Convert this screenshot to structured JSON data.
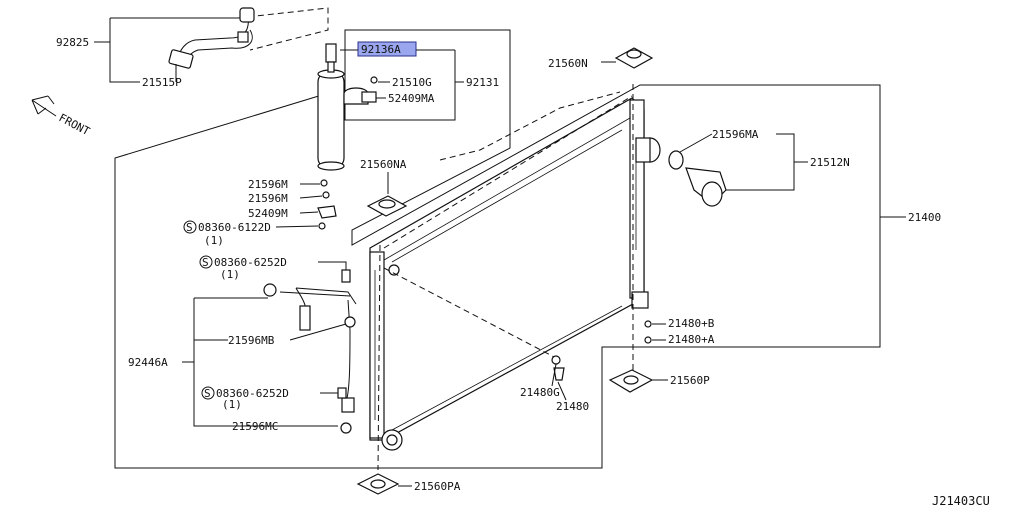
{
  "diagram": {
    "front_label": "FRONT",
    "figure_code": "J21403CU",
    "highlighted_part": "92136A",
    "parts": {
      "p92825": "92825",
      "p21515P": "21515P",
      "p92136A": "92136A",
      "p21510G": "21510G",
      "p52409MA": "52409MA",
      "p92131": "92131",
      "p21596M_a": "21596M",
      "p21596M_b": "21596M",
      "p52409M": "52409M",
      "p08360_6122D": "08360-6122D",
      "p08360_6122D_qty": "(1)",
      "p21560NA": "21560NA",
      "p21560N": "21560N",
      "p21596MA": "21596MA",
      "p21512N": "21512N",
      "p21400": "21400",
      "p08360_6252D_a": "08360-6252D",
      "p08360_6252D_a_qty": "(1)",
      "p21596MB": "21596MB",
      "p92446A": "92446A",
      "p08360_6252D_b": "08360-6252D",
      "p08360_6252D_b_qty": "(1)",
      "p21596MC": "21596MC",
      "p21480G": "21480G",
      "p21480": "21480",
      "p21480B": "21480+B",
      "p21480A": "21480+A",
      "p21560P": "21560P",
      "p21560PA": "21560PA",
      "screw_symbol": "S"
    }
  }
}
